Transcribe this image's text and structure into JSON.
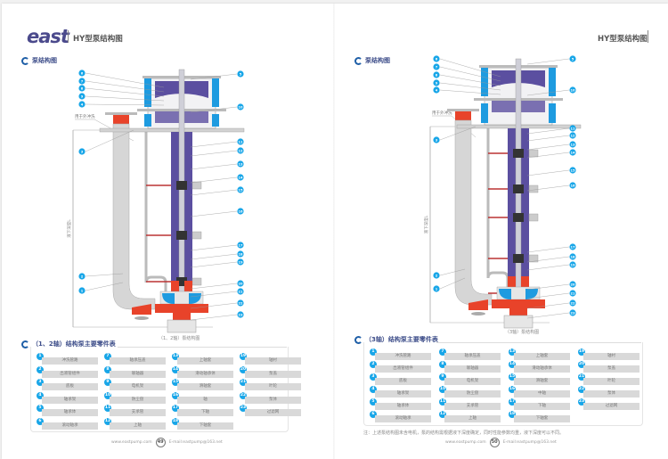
{
  "brand": {
    "logo_text": "east",
    "logo_color": "#4b4a8c"
  },
  "colors": {
    "accent_blue": "#18a6e8",
    "pump_purple": "#5b4fa0",
    "pump_red": "#e8432a",
    "section_blue": "#1f5fa7",
    "pipe_gray": "#d6d6d6"
  },
  "left_page": {
    "header_title": "HY型泵结构图",
    "section_title": "泵结构图",
    "diagram": {
      "side_label": "用于外冲洗",
      "depth_label": "液下深度L",
      "caption": "（1、2轴）泵结构图",
      "callouts_left": [
        "6",
        "7",
        "8",
        "9",
        "4",
        "3",
        "2",
        "1"
      ],
      "callouts_right": [
        "5",
        "10",
        "11",
        "12",
        "13",
        "14",
        "15",
        "16",
        "17",
        "18",
        "19",
        "20",
        "21",
        "22",
        "23"
      ]
    },
    "parts_table": {
      "title": "（1、2轴）结构泵主要零件表",
      "items": [
        {
          "no": "1",
          "name": "冲洗管路"
        },
        {
          "no": "2",
          "name": "出液管组件"
        },
        {
          "no": "3",
          "name": "底板"
        },
        {
          "no": "4",
          "name": "轴承架"
        },
        {
          "no": "5",
          "name": "轴承体"
        },
        {
          "no": "6",
          "name": "滚动轴承"
        },
        {
          "no": "7",
          "name": "轴承压盖"
        },
        {
          "no": "8",
          "name": "联轴器"
        },
        {
          "no": "9",
          "name": "电机架"
        },
        {
          "no": "10",
          "name": "防尘盘"
        },
        {
          "no": "11",
          "name": "支承管"
        },
        {
          "no": "12",
          "name": "上轴"
        },
        {
          "no": "13",
          "name": "上轴套"
        },
        {
          "no": "14",
          "name": "滑动轴承体"
        },
        {
          "no": "15",
          "name": "滑轴套"
        },
        {
          "no": "16",
          "name": "轴"
        },
        {
          "no": "17",
          "name": "下轴"
        },
        {
          "no": "18",
          "name": "下轴套"
        },
        {
          "no": "19",
          "name": "轴衬"
        },
        {
          "no": "20",
          "name": "泵盖"
        },
        {
          "no": "21",
          "name": "叶轮"
        },
        {
          "no": "22",
          "name": "泵体"
        },
        {
          "no": "23",
          "name": "过滤网"
        }
      ]
    },
    "footer": {
      "website": "www.eastpump.com",
      "page": "49",
      "email": "E-mail:eastpump@163.net"
    }
  },
  "right_page": {
    "header_title": "HY型泵结构图",
    "section_title": "泵结构图",
    "diagram": {
      "side_label": "用于外冲洗",
      "depth_label": "液下深度L",
      "caption": "（3轴）泵结构图",
      "callouts_left": [
        "6",
        "7",
        "8",
        "9",
        "4",
        "3",
        "2",
        "1"
      ],
      "callouts_right": [
        "5",
        "10",
        "11",
        "12",
        "13",
        "14",
        "15",
        "16",
        "17",
        "18",
        "19",
        "20",
        "21",
        "22",
        "23"
      ]
    },
    "parts_table": {
      "title": "（3轴）结构泵主要零件表",
      "items": [
        {
          "no": "1",
          "name": "冲洗管路"
        },
        {
          "no": "2",
          "name": "出液管组件"
        },
        {
          "no": "3",
          "name": "底板"
        },
        {
          "no": "4",
          "name": "轴承架"
        },
        {
          "no": "5",
          "name": "轴承体"
        },
        {
          "no": "6",
          "name": "滚动轴承"
        },
        {
          "no": "7",
          "name": "轴承压盖"
        },
        {
          "no": "8",
          "name": "联轴器"
        },
        {
          "no": "9",
          "name": "电机架"
        },
        {
          "no": "10",
          "name": "防尘盘"
        },
        {
          "no": "11",
          "name": "支承管"
        },
        {
          "no": "12",
          "name": "上轴"
        },
        {
          "no": "13",
          "name": "上轴套"
        },
        {
          "no": "14",
          "name": "滑动轴承体"
        },
        {
          "no": "15",
          "name": "滑轴套"
        },
        {
          "no": "16",
          "name": "中轴"
        },
        {
          "no": "17",
          "name": "下轴"
        },
        {
          "no": "18",
          "name": "下轴套"
        },
        {
          "no": "19",
          "name": "轴衬"
        },
        {
          "no": "20",
          "name": "泵盖"
        },
        {
          "no": "21",
          "name": "叶轮"
        },
        {
          "no": "22",
          "name": "泵体"
        },
        {
          "no": "23",
          "name": "过滤网"
        }
      ]
    },
    "note": "注：上述泵结构图未含电机，泵的结构需根据液下深度确定，同时性能参数均重，液下深度可以不同。",
    "footer": {
      "website": "www.eastpump.com",
      "page": "50",
      "email": "E-mail:eastpump@163.net"
    }
  }
}
